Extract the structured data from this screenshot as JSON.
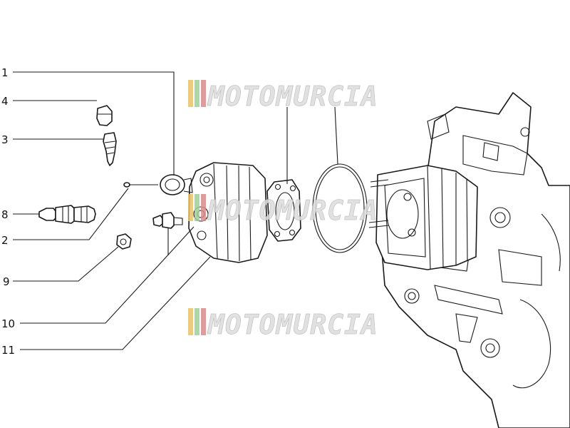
{
  "watermark": {
    "text": "MOTOMURCIA",
    "stripe_colors": [
      "#e9c26a",
      "#9fcf9a",
      "#d98b8b"
    ]
  },
  "callouts": [
    {
      "id": "1",
      "label": "1"
    },
    {
      "id": "4",
      "label": "4"
    },
    {
      "id": "3",
      "label": "3"
    },
    {
      "id": "8",
      "label": "8"
    },
    {
      "id": "2",
      "label": "2"
    },
    {
      "id": "9",
      "label": "9"
    },
    {
      "id": "10",
      "label": "10"
    },
    {
      "id": "11",
      "label": "11"
    }
  ]
}
